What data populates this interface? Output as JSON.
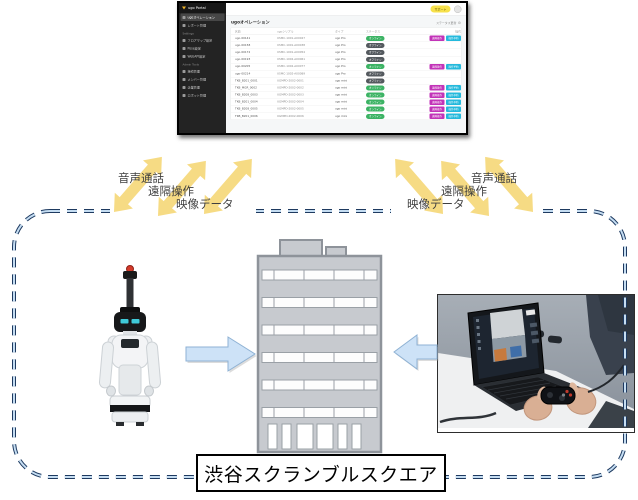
{
  "colors": {
    "arrow-yellow": "#f6d87a",
    "block-blue": "#cde2f7",
    "block-blue-edge": "#8fb2d4",
    "frame-navy": "#1e3a60",
    "frame-blue": "#c5ddf2",
    "badge-green": "#3cb364",
    "badge-gray": "#54595e",
    "btn-magenta": "#c233b8",
    "btn-cyan": "#24b9dc",
    "btn-yellow": "#f7e14b"
  },
  "diagram": {
    "bottom_label": "渋谷スクランブルスクエア",
    "boxes": {
      "left": {
        "labels": [
          "音声通話",
          "遠隔操作",
          "映像データ"
        ]
      },
      "right": {
        "labels": [
          "音声通話",
          "遠隔操作",
          "映像データ"
        ]
      }
    }
  },
  "dashboard": {
    "sidebar": {
      "logo": "ugo Portal",
      "sections": [
        {
          "title": "",
          "items": [
            {
              "label": "ugoオペレーション",
              "active": true
            },
            {
              "label": "レポート管理",
              "active": false
            }
          ]
        },
        {
          "title": "Settings",
          "items": [
            {
              "label": "フロアマップ設定",
              "active": false
            },
            {
              "label": "Pose設定",
              "active": false
            },
            {
              "label": "WebAPI設定",
              "active": false
            }
          ]
        },
        {
          "title": "Admin Tools",
          "items": [
            {
              "label": "接続管理",
              "active": false
            },
            {
              "label": "メンバー管理",
              "active": false
            },
            {
              "label": "企業管理",
              "active": false
            },
            {
              "label": "ロボット管理",
              "active": false
            }
          ]
        }
      ]
    },
    "topbar": {
      "button": "サポート"
    },
    "page_title": "ugoオペレーション",
    "toolbar": {
      "refresh": "ステータス更新",
      "gear_icon": "⚙"
    },
    "table": {
      "headers": [
        "名前",
        "ugoシリアル",
        "タイプ",
        "ステータス",
        "操作"
      ],
      "status_online": "オンライン",
      "status_offline": "オフライン",
      "action_primary": "遠隔操作",
      "action_secondary": "操作予約",
      "rows": [
        {
          "name": "ugo-00141",
          "serial": "USMC-1001-A00027",
          "type": "ugo Pro",
          "online": true,
          "actions": true
        },
        {
          "name": "ugo-00158",
          "serial": "USMC-1001-A00038",
          "type": "ugo Pro",
          "online": false,
          "actions": false
        },
        {
          "name": "ugo-00172",
          "serial": "USMC-1001-A00054",
          "type": "ugo Pro",
          "online": false,
          "actions": false
        },
        {
          "name": "ugo-00193",
          "serial": "USMC-1002-A00061",
          "type": "ugo Pro",
          "online": false,
          "actions": false
        },
        {
          "name": "ugo-00205",
          "serial": "USMC-1002-A00077",
          "type": "ugo Pro",
          "online": true,
          "actions": true
        },
        {
          "name": "ugo-00214",
          "serial": "USMC-1002-A00089",
          "type": "ugo Pro",
          "online": false,
          "actions": false
        },
        {
          "name": "TKB_B201_0001",
          "serial": "UGMPD-2002-0001",
          "type": "ugo mini",
          "online": false,
          "actions": false
        },
        {
          "name": "TKB_MGR_0002",
          "serial": "UGMPD-2002-0002",
          "type": "ugo mini",
          "online": true,
          "actions": true
        },
        {
          "name": "TKB_B208_0003",
          "serial": "UGMPD-2002-0003",
          "type": "ugo mini",
          "online": true,
          "actions": true
        },
        {
          "name": "TKB_B201_0004",
          "serial": "UGMPD-2002-0004",
          "type": "ugo mini",
          "online": true,
          "actions": true
        },
        {
          "name": "TKB_B208_0005",
          "serial": "UGMPD-2002-0005",
          "type": "ugo mini",
          "online": true,
          "actions": true
        },
        {
          "name": "TKB_B201_0006",
          "serial": "UGMPD-2002-0006",
          "type": "ugo mini",
          "online": true,
          "actions": true
        }
      ]
    }
  }
}
